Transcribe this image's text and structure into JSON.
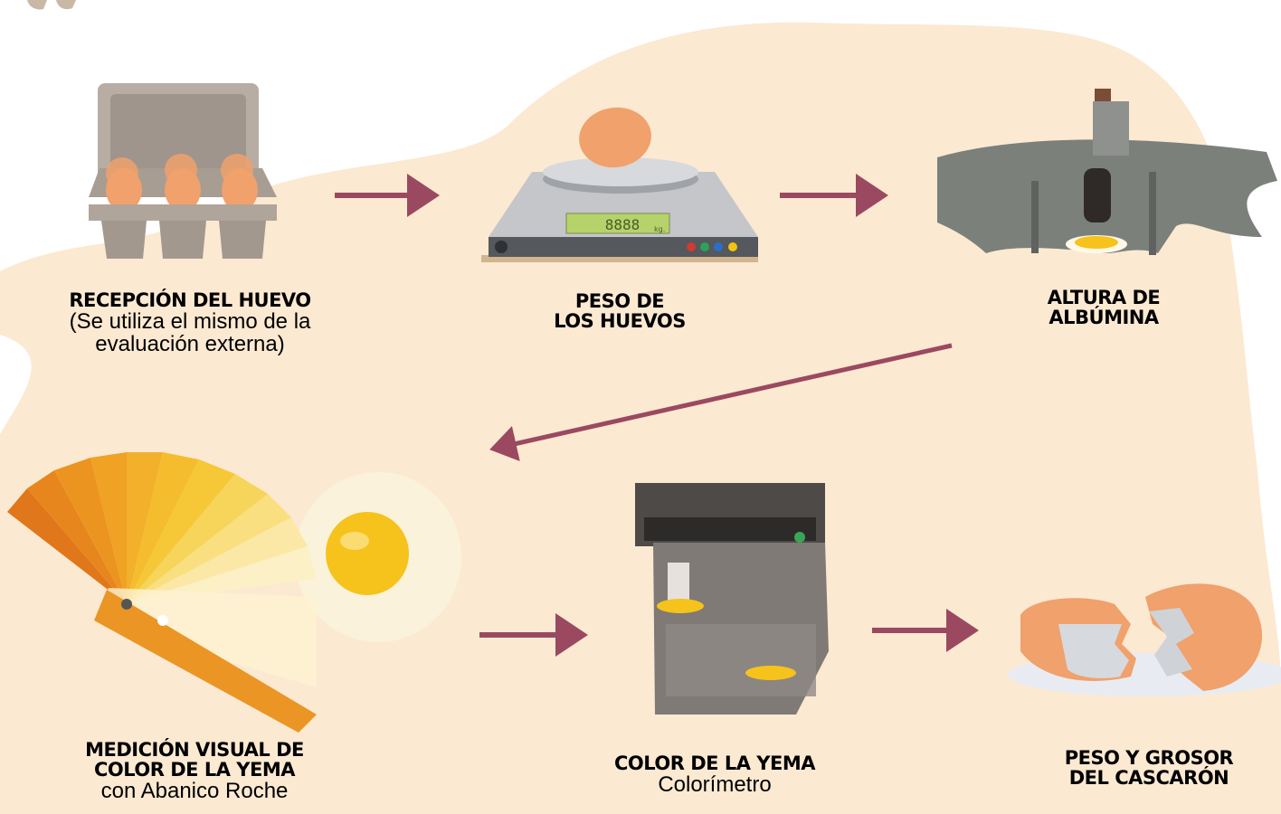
{
  "colors": {
    "background_blob": "#fce9d2",
    "arrow": "#9b4960",
    "egg": "#f0a16c",
    "yolk": "#f6c21c",
    "scale_display": "#b6d36b"
  },
  "steps": [
    {
      "title": "RECEPCIÓN DEL HUEVO",
      "subtitle_lines": [
        "(Se utiliza el mismo de la",
        "evaluación externa)"
      ],
      "illustration": "egg-carton-illustration"
    },
    {
      "title_lines": [
        "PESO DE",
        "LOS HUEVOS"
      ],
      "illustration": "digital-scale-illustration",
      "display_text": "8888",
      "display_unit": "kg."
    },
    {
      "title_lines": [
        "ALTURA DE",
        "ALBÚMINA"
      ],
      "illustration": "albumen-height-gauge-illustration"
    },
    {
      "title_lines": [
        "MEDICIÓN VISUAL DE",
        "COLOR DE LA YEMA"
      ],
      "subtitle": "con Abanico Roche",
      "illustration": "roche-fan-illustration"
    },
    {
      "title": "COLOR DE LA YEMA",
      "subtitle": "Colorímetro",
      "illustration": "colorimeter-illustration"
    },
    {
      "title_lines": [
        "PESO Y GROSOR",
        "DEL CASCARÓN"
      ],
      "illustration": "broken-eggshell-illustration"
    }
  ]
}
